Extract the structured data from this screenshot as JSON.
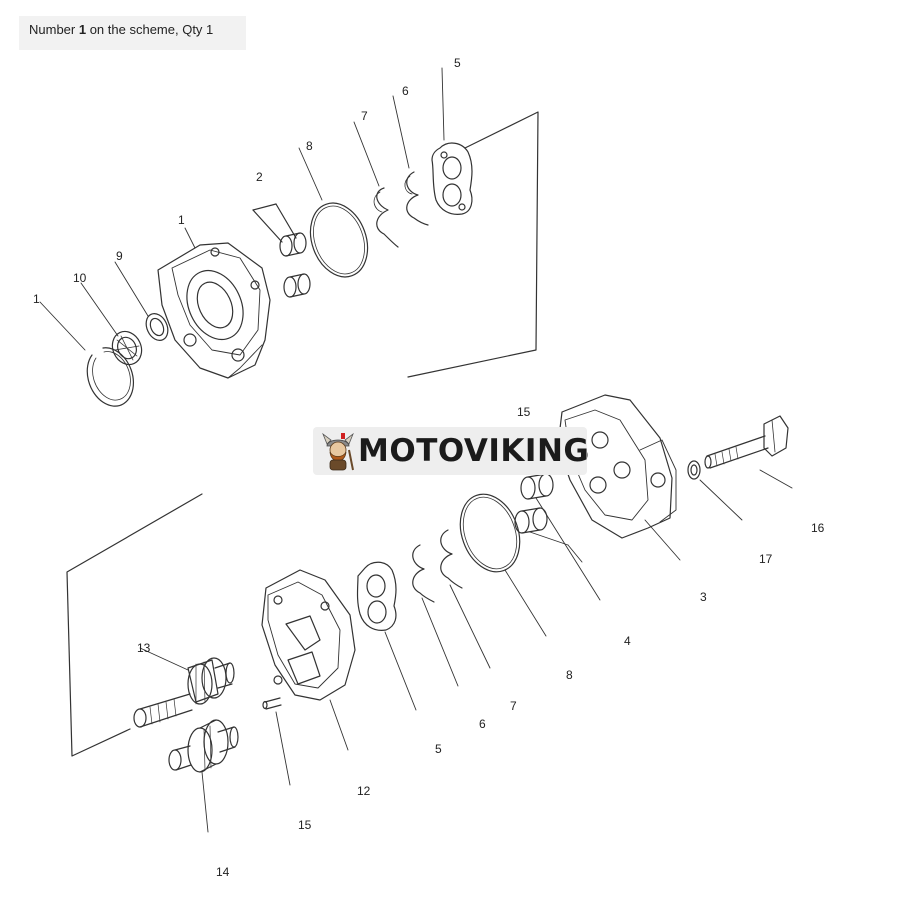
{
  "caption": {
    "prefix": "Number ",
    "number": "1",
    "suffix": " on the scheme, Qty 1"
  },
  "brand": {
    "name": "MOTOVIKING",
    "logo": "viking-mascot-icon"
  },
  "callouts": {
    "top": [
      "5",
      "6",
      "7",
      "8",
      "2",
      "1",
      "9",
      "10",
      "1"
    ],
    "bottom": [
      "15",
      "16",
      "17",
      "3",
      "4",
      "8",
      "7",
      "6",
      "5",
      "12",
      "15",
      "14",
      "13"
    ]
  }
}
